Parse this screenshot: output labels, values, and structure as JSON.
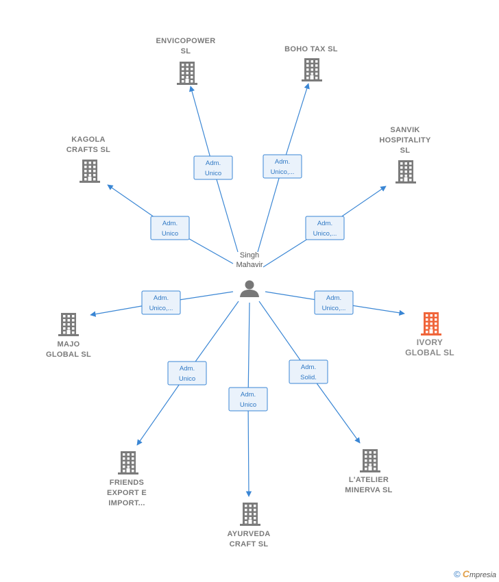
{
  "center": {
    "lines": [
      "Singh",
      "Mahavir"
    ]
  },
  "companies": [
    {
      "id": "envicopower",
      "lines": [
        "ENVICOPOWER",
        "SL"
      ],
      "highlight": false
    },
    {
      "id": "boho-tax",
      "lines": [
        "BOHO TAX  SL"
      ],
      "highlight": false
    },
    {
      "id": "kagola",
      "lines": [
        "KAGOLA",
        "CRAFTS  SL"
      ],
      "highlight": false
    },
    {
      "id": "sanvik",
      "lines": [
        "SANVIK",
        "HOSPITALITY",
        "SL"
      ],
      "highlight": false
    },
    {
      "id": "majo",
      "lines": [
        "MAJO",
        "GLOBAL  SL"
      ],
      "highlight": false
    },
    {
      "id": "ivory",
      "lines": [
        "IVORY",
        "GLOBAL  SL"
      ],
      "highlight": true
    },
    {
      "id": "friends",
      "lines": [
        "FRIENDS",
        "EXPORT E",
        "IMPORT..."
      ],
      "highlight": false
    },
    {
      "id": "ayurveda",
      "lines": [
        "AYURVEDA",
        "CRAFT  SL"
      ],
      "highlight": false
    },
    {
      "id": "latelier",
      "lines": [
        "L'ATELIER",
        "MINERVA  SL"
      ],
      "highlight": false
    }
  ],
  "relations": [
    {
      "to": "envicopower",
      "label": [
        "Adm.",
        "Unico"
      ]
    },
    {
      "to": "boho-tax",
      "label": [
        "Adm.",
        "Unico,..."
      ]
    },
    {
      "to": "kagola",
      "label": [
        "Adm.",
        "Unico"
      ]
    },
    {
      "to": "sanvik",
      "label": [
        "Adm.",
        "Unico,..."
      ]
    },
    {
      "to": "majo",
      "label": [
        "Adm.",
        "Unico,..."
      ]
    },
    {
      "to": "ivory",
      "label": [
        "Adm.",
        "Unico,..."
      ]
    },
    {
      "to": "friends",
      "label": [
        "Adm.",
        "Unico"
      ]
    },
    {
      "to": "ayurveda",
      "label": [
        "Adm.",
        "Unico"
      ]
    },
    {
      "to": "latelier",
      "label": [
        "Adm.",
        "Solid."
      ]
    }
  ],
  "colors": {
    "building": "#7b7b7b",
    "highlight_building": "#f0653a",
    "edge": "#3a86d4",
    "person": "#777777"
  },
  "footer": {
    "copyright": "©",
    "brand_initial": "C",
    "brand_rest": "mpresia"
  }
}
